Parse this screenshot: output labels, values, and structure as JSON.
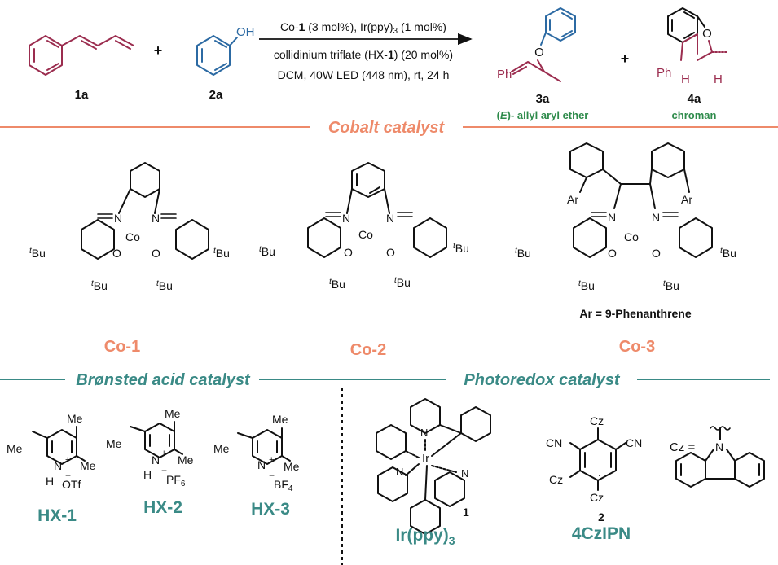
{
  "reaction": {
    "reactant1": {
      "id": "1a"
    },
    "plus1": "+",
    "reactant2": {
      "id": "2a",
      "substituent": "OH"
    },
    "conditions": {
      "line1_pre": "Co-",
      "line1_b1": "1",
      "line1_mid": " (3 mol%), Ir(ppy)",
      "line1_sub": "3",
      "line1_post": " (1 mol%)",
      "line2_pre": "collidinium triflate (HX-",
      "line2_b": "1",
      "line2_post": ") (20 mol%)",
      "line3": "DCM,  40W LED (448 nm), rt, 24 h"
    },
    "product1": {
      "id": "3a",
      "ph": "Ph",
      "o": "O",
      "desc_e": "E",
      "desc_rest": "- allyl aryl ether",
      "desc_open": "(",
      "desc_close": ")"
    },
    "plus2": "+",
    "product2": {
      "id": "4a",
      "ph": "Ph",
      "o": "O",
      "h1": "H",
      "h2": "H",
      "desc": "chroman"
    }
  },
  "sections": {
    "cobalt": "Cobalt catalyst",
    "bronsted": "Brønsted acid catalyst",
    "photoredox": "Photoredox catalyst"
  },
  "atoms": {
    "N": "N",
    "O": "O",
    "Co": "Co",
    "tBu_t": "t",
    "tBu_rest": "Bu",
    "Ar": "Ar"
  },
  "cobalt_catalysts": [
    {
      "label": "Co-1"
    },
    {
      "label": "Co-2"
    },
    {
      "label": "Co-3",
      "ar_def": "Ar = 9-Phenanthrene"
    }
  ],
  "acids": [
    {
      "label": "HX-1",
      "anion": "OTf",
      "anion_sub": ""
    },
    {
      "label": "HX-2",
      "anion": "PF",
      "anion_sub": "6"
    },
    {
      "label": "HX-3",
      "anion": "BF",
      "anion_sub": "4"
    }
  ],
  "acid_atoms": {
    "me": "Me",
    "h": "H",
    "n": "N",
    "plus": "+",
    "minus": "−"
  },
  "photo": {
    "ir": {
      "metal": "Ir",
      "number": "1",
      "label_pre": "Ir(ppy)",
      "label_sub": "3"
    },
    "czipn": {
      "number": "2",
      "label": "4CzIPN",
      "cz": "Cz",
      "cn": "CN"
    },
    "cz_def": {
      "lhs": "Cz =",
      "n": "N"
    }
  }
}
